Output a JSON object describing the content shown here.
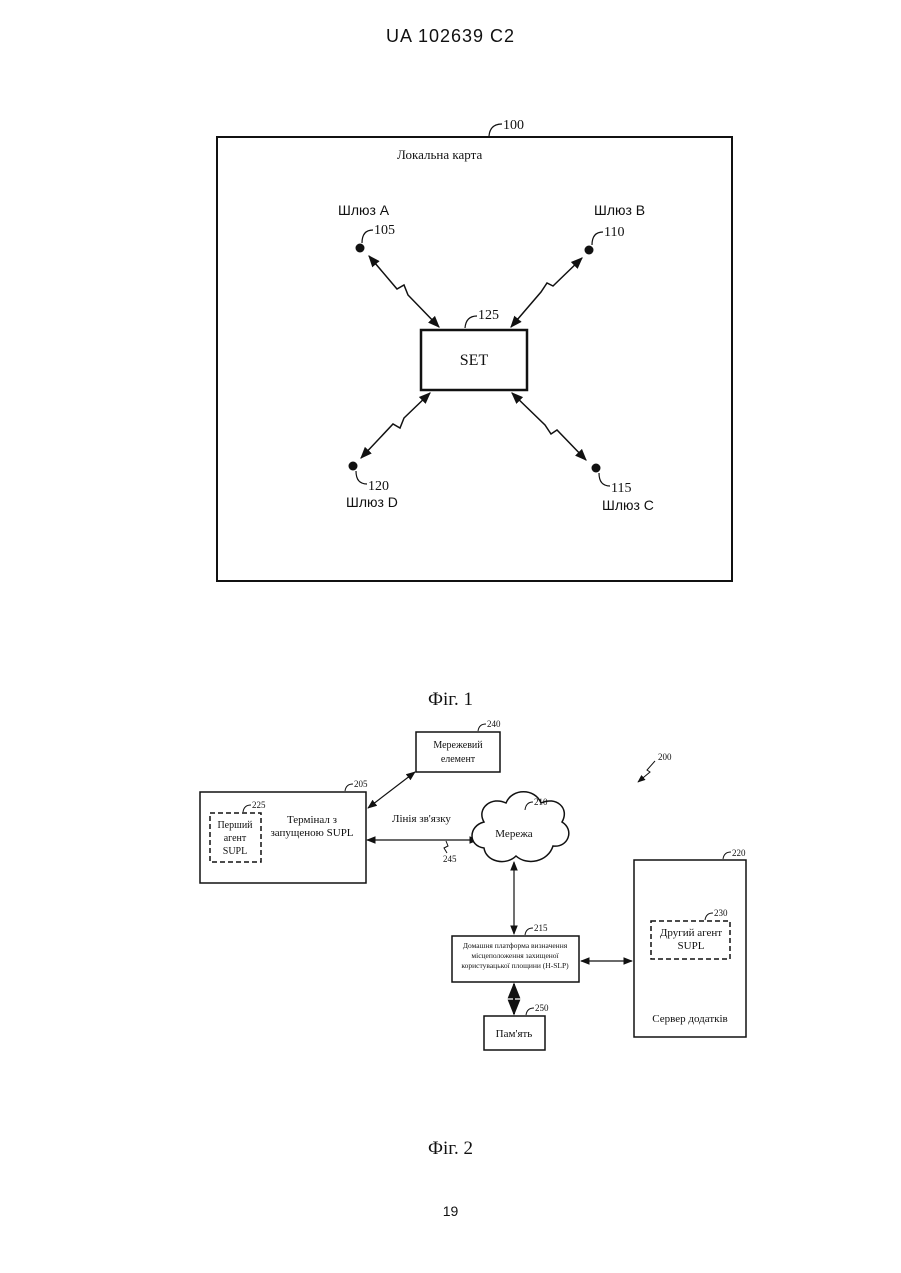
{
  "header": {
    "doc_id": "UA   102639   C2"
  },
  "page_number": "19",
  "figure1": {
    "caption": "Фіг. 1",
    "frame_ref": "100",
    "title": "Локальна карта",
    "set_label": "SET",
    "set_ref": "125",
    "gateways": [
      {
        "name": "Шлюз A",
        "ref": "105"
      },
      {
        "name": "Шлюз B",
        "ref": "110"
      },
      {
        "name": "Шлюз D",
        "ref": "120"
      },
      {
        "name": "Шлюз C",
        "ref": "115"
      }
    ]
  },
  "figure2": {
    "caption": "Фіг. 2",
    "system_ref": "200",
    "network_element": {
      "label_line1": "Мережевий",
      "label_line2": "елемент",
      "ref": "240"
    },
    "terminal": {
      "label_line1": "Термінал з",
      "label_line2": "запущеною SUPL",
      "ref": "205"
    },
    "first_agent": {
      "line1": "Перший",
      "line2": "агент",
      "line3": "SUPL",
      "ref": "225"
    },
    "link": {
      "label": "Лінія зв'язку",
      "ref": "245"
    },
    "network": {
      "label": "Мережа",
      "ref": "210"
    },
    "hslp": {
      "line1": "Домашня платформа визначення",
      "line2": "місцеположення захищеної",
      "line3": "користувацької площини (H-SLP)",
      "ref": "215"
    },
    "memory": {
      "label": "Пам'ять",
      "ref": "250"
    },
    "server": {
      "label": "Сервер додатків",
      "ref": "220"
    },
    "second_agent": {
      "line1": "Другий агент",
      "line2": "SUPL",
      "ref": "230"
    }
  }
}
